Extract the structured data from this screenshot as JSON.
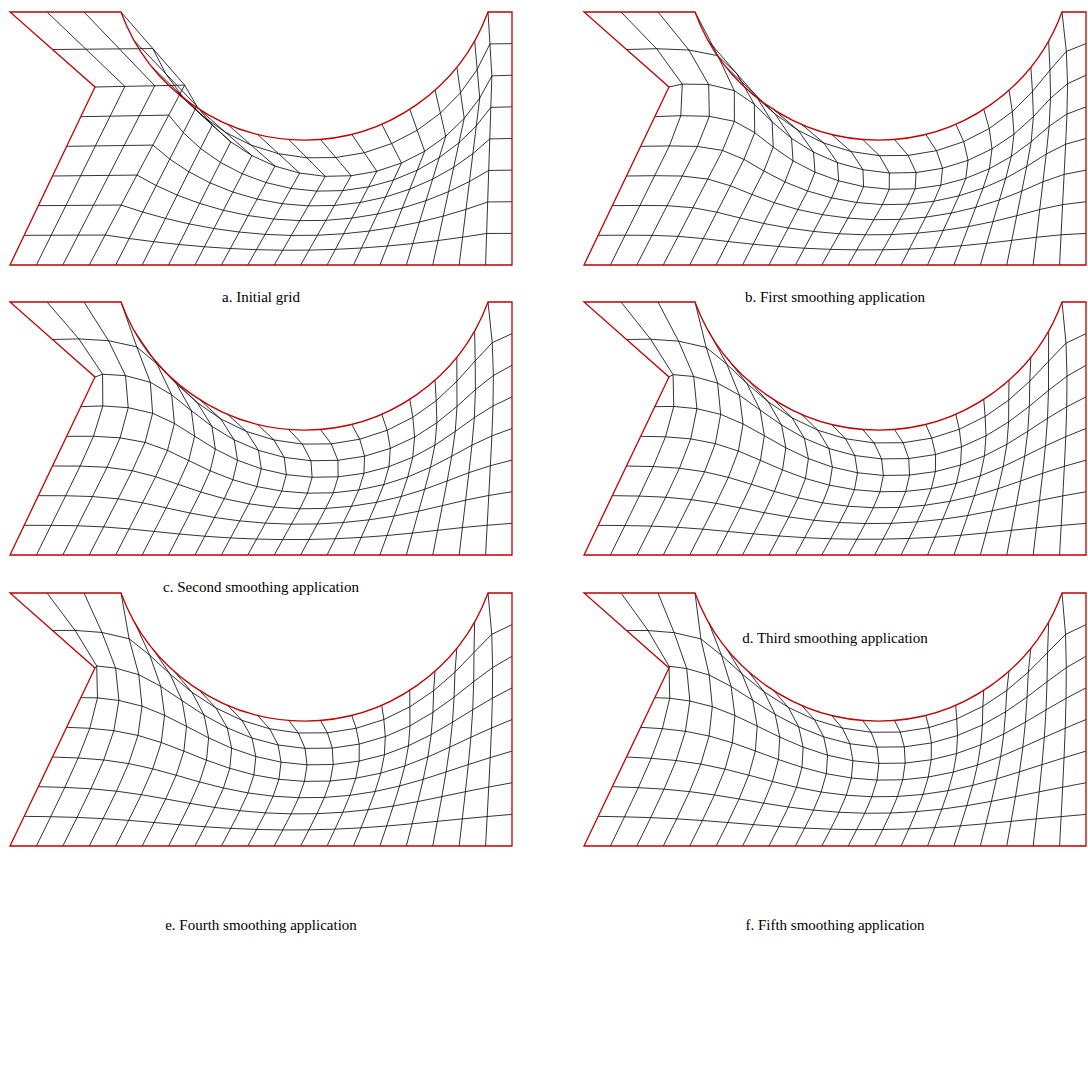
{
  "diagram": {
    "labels": [
      "a. Initial grid",
      "b. First smoothing application",
      "c. Second smoothing application",
      "d. Third smoothing application",
      "e. Fourth smoothing application",
      "f. Fifth smoothing application"
    ]
  }
}
